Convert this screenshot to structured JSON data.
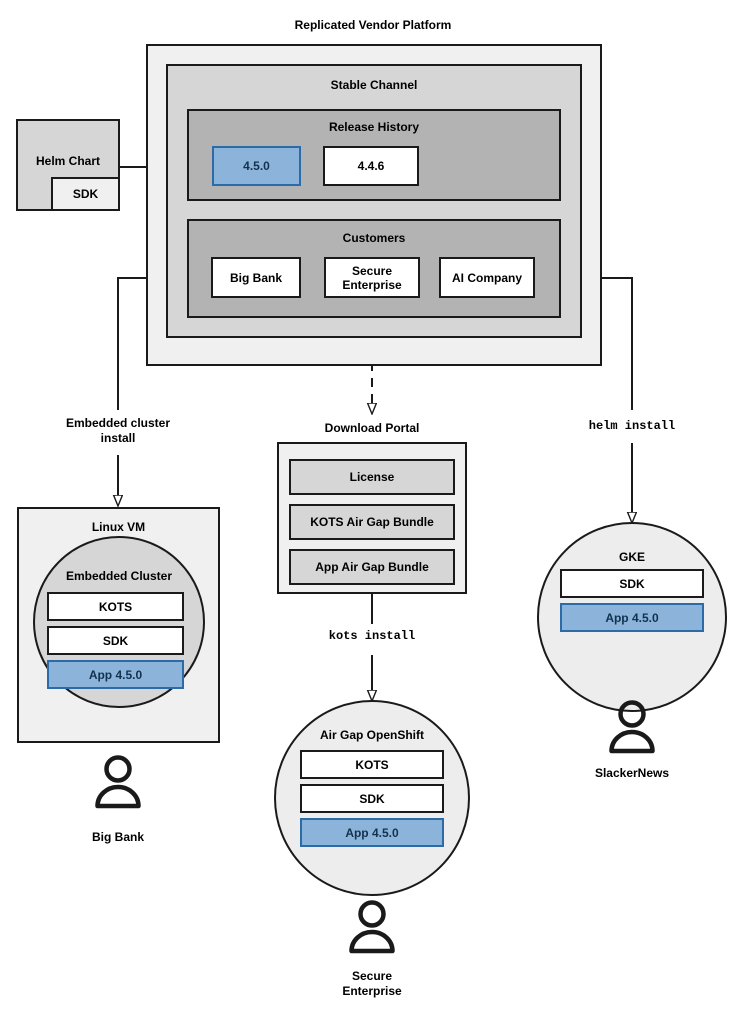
{
  "diagram": {
    "title": "Replicated Vendor Platform",
    "type": "architecture-flow"
  },
  "platform": {
    "title": "Replicated Vendor Platform",
    "channel": {
      "title": "Stable Channel",
      "release_history": {
        "title": "Release History",
        "releases": [
          {
            "version": "4.5.0",
            "highlighted": true
          },
          {
            "version": "4.4.6",
            "highlighted": false
          }
        ]
      },
      "customers": {
        "title": "Customers",
        "items": [
          {
            "name": "Big Bank"
          },
          {
            "name": "Secure\nEnterprise",
            "line1": "Secure",
            "line2": "Enterprise"
          },
          {
            "name": "AI Company"
          }
        ]
      }
    }
  },
  "source": {
    "helm_chart": "Helm Chart",
    "sdk": "SDK"
  },
  "edges": {
    "embedded_cluster_install": "Embedded cluster\ninstall",
    "embedded_cluster_install_line1": "Embedded cluster",
    "embedded_cluster_install_line2": "install",
    "download_portal_label": "Download Portal",
    "helm_install": "helm install",
    "kots_install": "kots install"
  },
  "download_portal": {
    "title": "Download Portal",
    "artifacts": [
      "License",
      "KOTS Air Gap Bundle",
      "App Air Gap Bundle"
    ]
  },
  "targets": [
    {
      "id": "linux-vm",
      "container_label": "Linux VM",
      "cluster_label": "Embedded Cluster",
      "components": [
        {
          "label": "KOTS",
          "highlighted": false
        },
        {
          "label": "SDK",
          "highlighted": false
        },
        {
          "label": "App 4.5.0",
          "highlighted": true
        }
      ],
      "customer": "Big Bank"
    },
    {
      "id": "air-gap-openshift",
      "container_label": "Air Gap OpenShift",
      "components": [
        {
          "label": "KOTS",
          "highlighted": false
        },
        {
          "label": "SDK",
          "highlighted": false
        },
        {
          "label": "App 4.5.0",
          "highlighted": true
        }
      ],
      "customer_line1": "Secure",
      "customer_line2": "Enterprise",
      "customer": "Secure Enterprise"
    },
    {
      "id": "gke",
      "container_label": "GKE",
      "components": [
        {
          "label": "SDK",
          "highlighted": false
        },
        {
          "label": "App 4.5.0",
          "highlighted": true
        }
      ],
      "customer": "SlackerNews"
    }
  ],
  "colors": {
    "accent_blue_fill": "#8cb3da",
    "accent_blue_border": "#2b6ca8",
    "accent_blue_text": "#12324f",
    "stroke": "#1a1a1a",
    "grey_light": "#f0f0f0",
    "grey_mid": "#d6d6d6",
    "grey_dark": "#b3b3b3",
    "white": "#ffffff"
  }
}
